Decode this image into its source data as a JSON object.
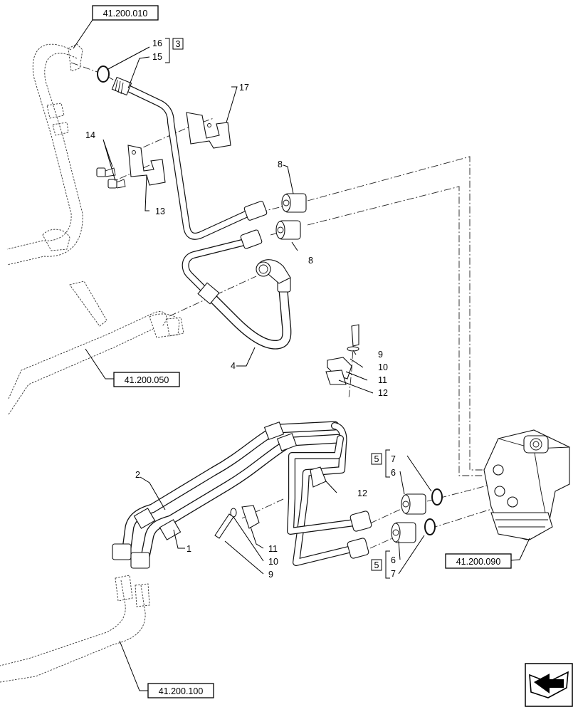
{
  "references": {
    "r1": "41.200.010",
    "r2": "41.200.050",
    "r3": "41.200.090",
    "r4": "41.200.100"
  },
  "notes": {
    "n3": "3",
    "n5a": "5",
    "n5b": "5"
  },
  "callouts": {
    "c1": "1",
    "c2": "2",
    "c4": "4",
    "c6a": "6",
    "c7a": "7",
    "c6b": "6",
    "c7b": "7",
    "c8a": "8",
    "c8b": "8",
    "c9a": "9",
    "c10a": "10",
    "c11a": "11",
    "c12a": "12",
    "c9b": "9",
    "c10b": "10",
    "c11b": "11",
    "c12b": "12",
    "c13": "13",
    "c14": "14",
    "c15": "15",
    "c16": "16",
    "c17": "17"
  }
}
